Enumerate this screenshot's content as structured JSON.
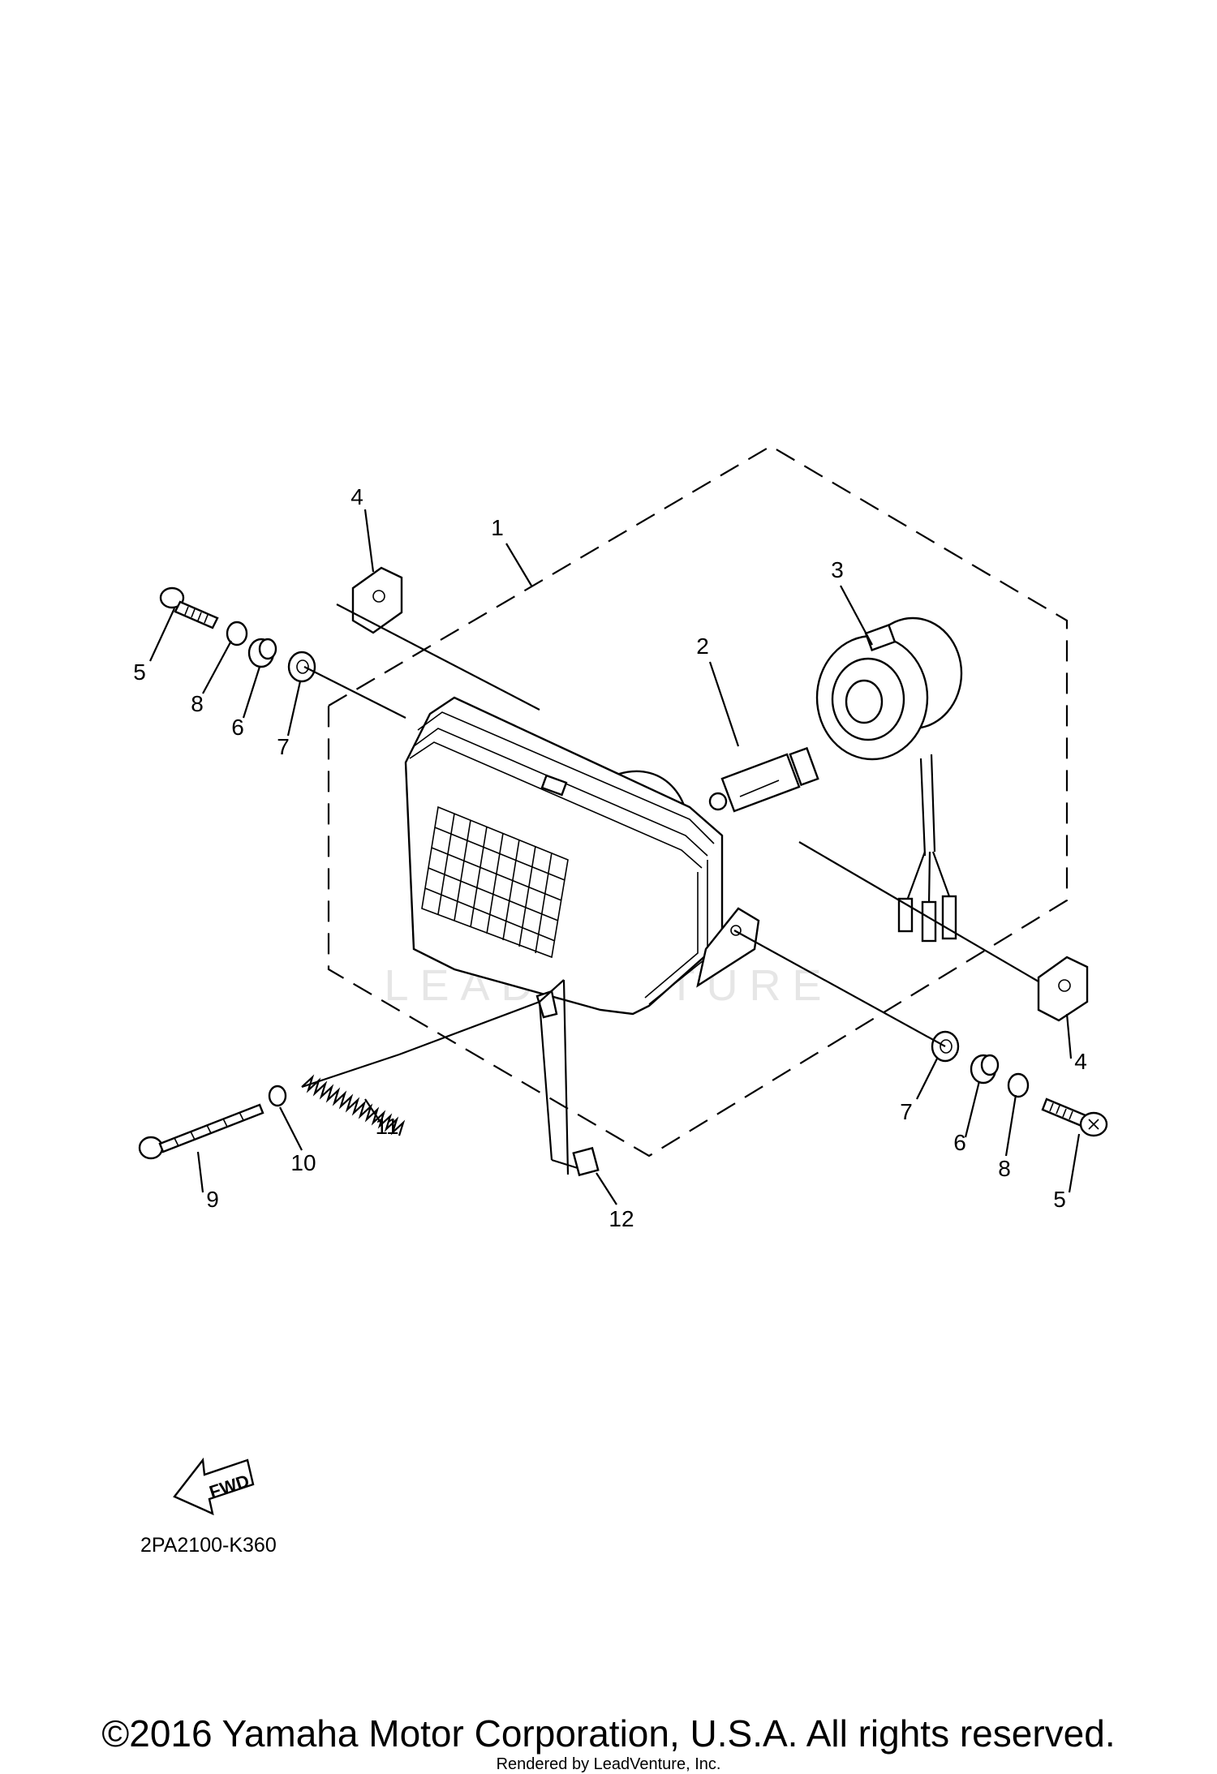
{
  "callouts": {
    "c1": "1",
    "c2": "2",
    "c3": "3",
    "c4a": "4",
    "c4b": "4",
    "c5a": "5",
    "c5b": "5",
    "c6a": "6",
    "c6b": "6",
    "c7a": "7",
    "c7b": "7",
    "c8a": "8",
    "c8b": "8",
    "c9": "9",
    "c10": "10",
    "c11": "11",
    "c12": "12"
  },
  "fwd_label": "FWD",
  "diagram_code": "2PA2100-K360",
  "watermark": "LEADVENTURE",
  "copyright": "©2016 Yamaha Motor Corporation, U.S.A. All rights reserved.",
  "rendered_by": "Rendered by LeadVenture, Inc."
}
